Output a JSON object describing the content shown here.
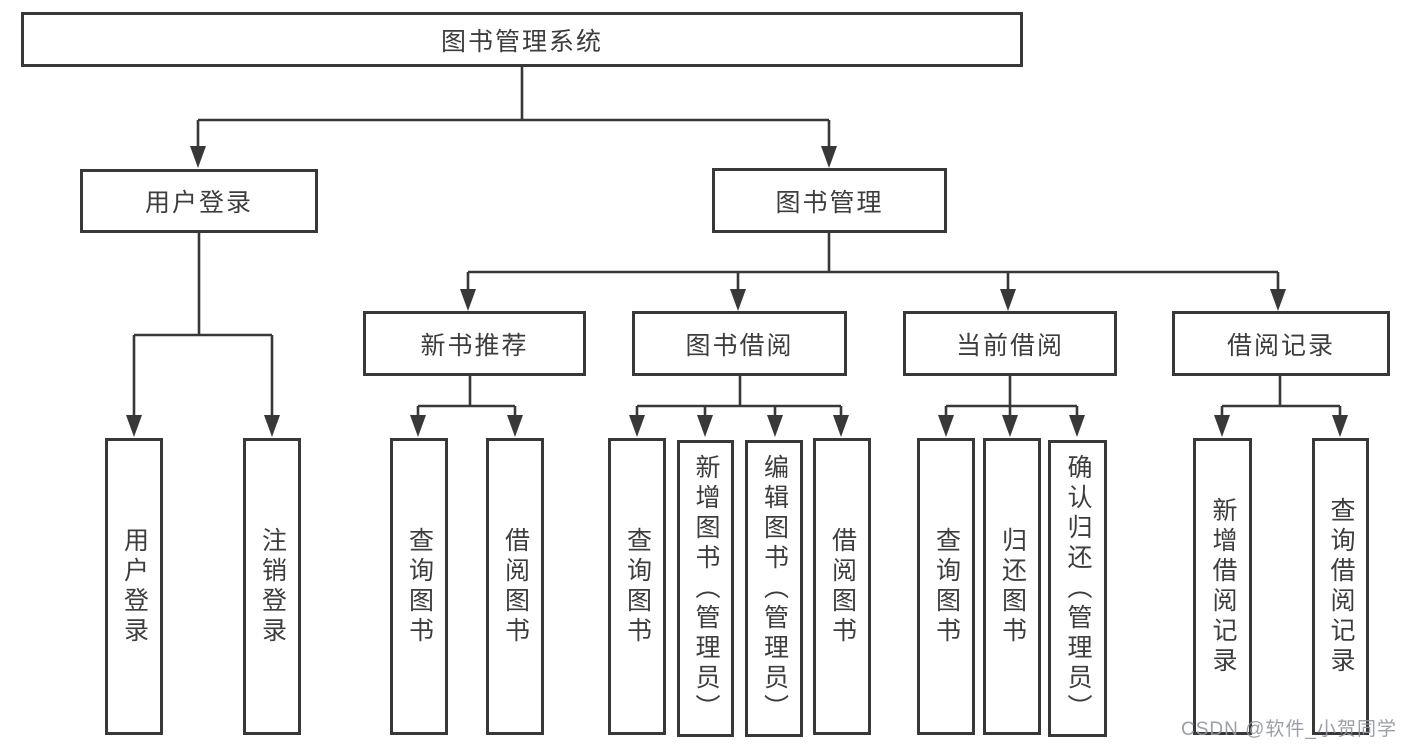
{
  "diagram_title": "图书管理系统",
  "tree": {
    "root": {
      "label": "图书管理系统",
      "children": [
        {
          "label": "用户登录",
          "children": [
            {
              "label": "用户登录"
            },
            {
              "label": "注销登录"
            }
          ]
        },
        {
          "label": "图书管理",
          "children": [
            {
              "label": "新书推荐",
              "children": [
                {
                  "label": "查询图书"
                },
                {
                  "label": "借阅图书"
                }
              ]
            },
            {
              "label": "图书借阅",
              "children": [
                {
                  "label": "查询图书"
                },
                {
                  "label": "新增图书（管理员）"
                },
                {
                  "label": "编辑图书（管理员）"
                },
                {
                  "label": "借阅图书"
                }
              ]
            },
            {
              "label": "当前借阅",
              "children": [
                {
                  "label": "查询图书"
                },
                {
                  "label": "归还图书"
                },
                {
                  "label": "确认归还（管理员）"
                }
              ]
            },
            {
              "label": "借阅记录",
              "children": [
                {
                  "label": "新增借阅记录"
                },
                {
                  "label": "查询借阅记录"
                }
              ]
            }
          ]
        }
      ]
    }
  },
  "watermark": {
    "text": "CSDN @软件_小贺同学"
  },
  "colors": {
    "line": "#383838",
    "box_border": "#383838",
    "text": "#3d3d3d",
    "watermark": "#94989e",
    "background": "#ffffff"
  }
}
